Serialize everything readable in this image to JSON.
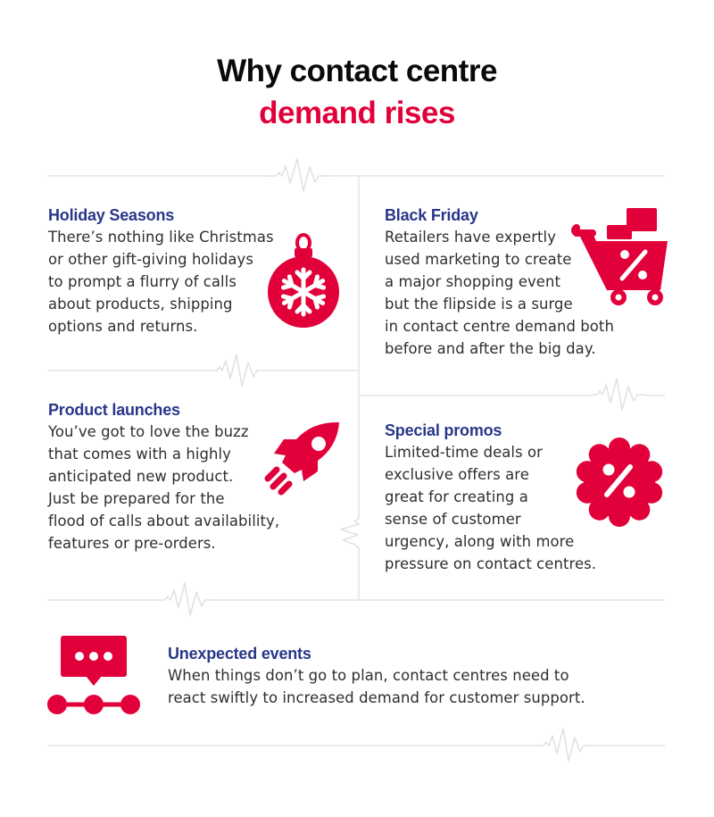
{
  "header": {
    "title_line1": "Why contact centre",
    "title_line2": "demand rises"
  },
  "colors": {
    "title": "#0a0a0a",
    "accent_red": "#e2003a",
    "heading_blue": "#29378a",
    "body_text": "#2e2e33",
    "divider": "#ebebeb"
  },
  "sections": [
    {
      "id": "holiday-seasons",
      "heading": "Holiday Seasons",
      "lines": [
        "There’s nothing like Christmas",
        "or other gift-giving holidays",
        "to prompt a flurry of calls",
        "about products, shipping",
        "options and returns."
      ],
      "icon": "christmas-ornament-snowflake-icon"
    },
    {
      "id": "black-friday",
      "heading": "Black Friday",
      "lines": [
        "Retailers have expertly",
        "used marketing to create",
        "a major shopping event",
        "but the flipside is a surge",
        "in contact centre demand both",
        "before and after the big day."
      ],
      "icon": "shopping-cart-percent-icon"
    },
    {
      "id": "product-launches",
      "heading": "Product launches",
      "lines": [
        "You’ve got to love the buzz",
        "that comes with a highly",
        "anticipated new product.",
        "Just be prepared for the",
        "flood of calls about availability,",
        "features or pre-orders."
      ],
      "icon": "rocket-icon"
    },
    {
      "id": "special-promos",
      "heading": "Special promos",
      "lines": [
        "Limited-time deals or",
        "exclusive offers are",
        "great for creating a",
        "sense of customer",
        "urgency, along with more",
        "pressure on contact centres."
      ],
      "icon": "discount-badge-icon"
    },
    {
      "id": "unexpected-events",
      "heading": "Unexpected events",
      "lines": [
        "When things don’t go to plan, contact centres need to",
        "react swiftly to increased demand for customer support."
      ],
      "icon": "chat-bubble-network-icon"
    }
  ]
}
